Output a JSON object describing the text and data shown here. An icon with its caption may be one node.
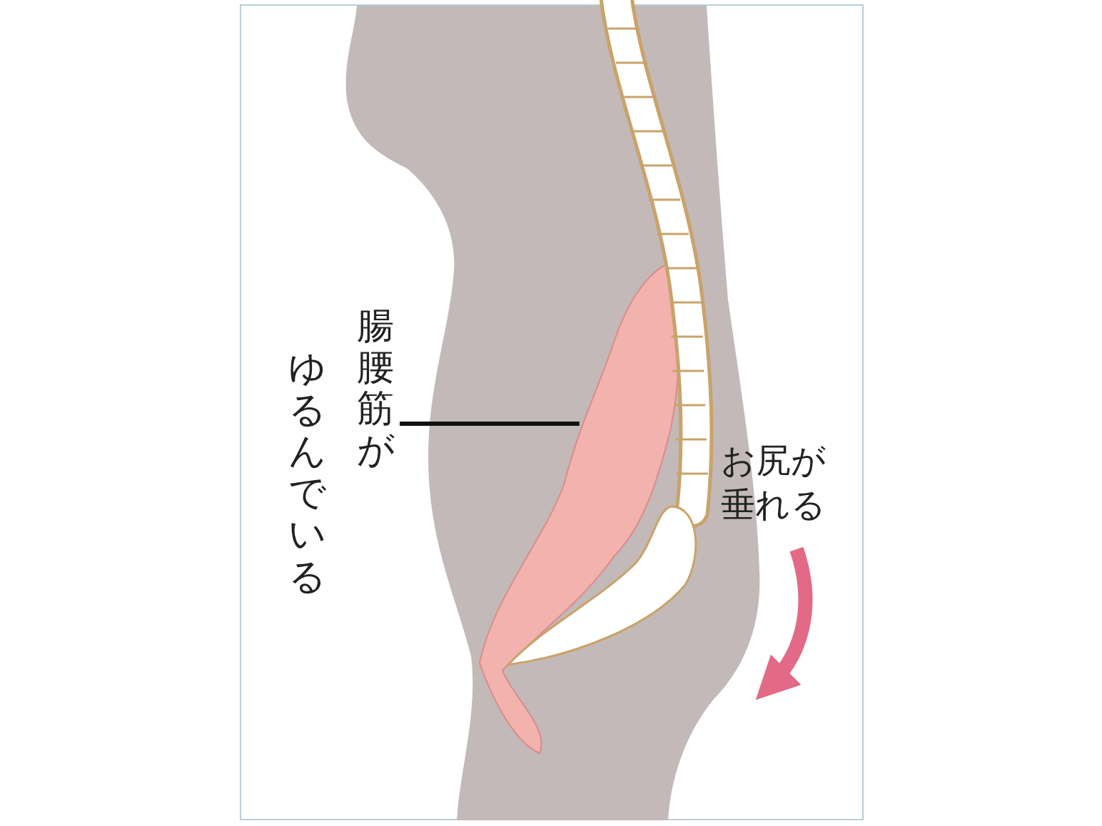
{
  "diagram": {
    "nodes": [
      {
        "text": [
          "腸腰筋がゆるんでいる"
        ]
      },
      {
        "text": [],
        "shape": "picture"
      }
    ],
    "edges": [
      {
        "from": 0,
        "to": 1,
        "arrow": "none"
      }
    ],
    "labels": [
      "お尻が垂れる"
    ]
  }
}
